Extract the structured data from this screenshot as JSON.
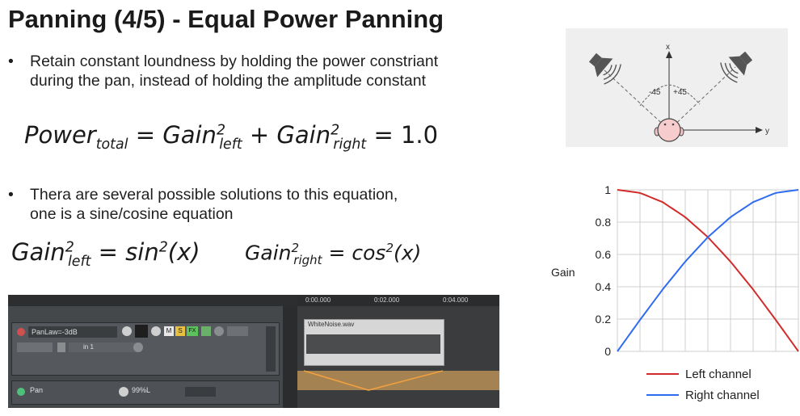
{
  "slide": {
    "title": "Panning (4/5) - Equal Power Panning",
    "bullets": [
      {
        "marker": "•",
        "text": "Retain constant loundness by holding  the power constriant during the pan, instead of holding the amplitude constant"
      },
      {
        "marker": "•",
        "text": "Thera are several possible solutions to this equation, one is a sine/cosine equation"
      }
    ],
    "equation_power": {
      "lhs": "Power",
      "lhs_sub": "total",
      "term1": "Gain",
      "term1_sub": "left",
      "term1_sup": "2",
      "plus": "+",
      "term2": "Gain",
      "term2_sub": "right",
      "term2_sup": "2",
      "rhs": "1.0"
    },
    "equation_left": {
      "term": "Gain",
      "sub": "left",
      "sup": "2",
      "fn": "sin",
      "fn_sup": "2",
      "arg": "(x)"
    },
    "equation_right": {
      "term": "Gain",
      "sub": "right",
      "sup": "2",
      "fn": "cos",
      "fn_sup": "2",
      "arg": "(x)"
    }
  },
  "diagram": {
    "axis_x": "x",
    "axis_y": "y",
    "angle_left": "-45",
    "angle_right": "+45"
  },
  "daw": {
    "track1_name": "PanLaw=-3dB",
    "track1_buttons": [
      "M",
      "S",
      "FX"
    ],
    "track1_io": "in 1",
    "track2_name": "Pan",
    "track2_value": "99%L",
    "ruler_ticks": [
      "0:00.000",
      "0:02.000",
      "0:04.000"
    ],
    "clip_name": "WhiteNoise.wav",
    "colors": {
      "panel": "#3c3f42",
      "clip": "#d6d6d6",
      "envelope": "#f0a040"
    }
  },
  "chart_data": {
    "type": "line",
    "x": [
      0,
      0.125,
      0.25,
      0.375,
      0.5,
      0.625,
      0.75,
      0.875,
      1
    ],
    "series": [
      {
        "name": "Left channel",
        "color": "#d22b2b",
        "values": [
          1.0,
          0.981,
          0.924,
          0.831,
          0.707,
          0.556,
          0.383,
          0.195,
          0.0
        ]
      },
      {
        "name": "Right channel",
        "color": "#2f6cf0",
        "values": [
          0.0,
          0.195,
          0.383,
          0.556,
          0.707,
          0.831,
          0.924,
          0.981,
          1.0
        ]
      }
    ],
    "ylabel": "Gain",
    "ylim": [
      0,
      1
    ],
    "yticks": [
      "0",
      "0.2",
      "0.4",
      "0.6",
      "0.8",
      "1"
    ],
    "grid": true,
    "legend_position": "bottom"
  }
}
